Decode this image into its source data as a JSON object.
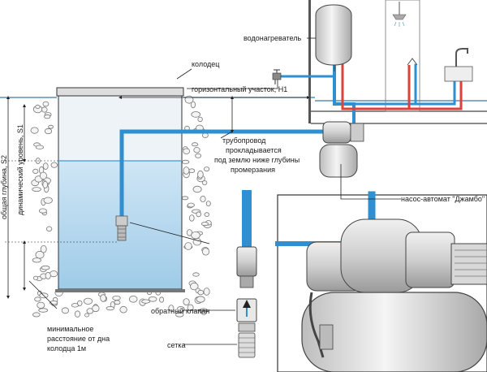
{
  "labels": {
    "water_heater": "водонагреватель",
    "well": "колодец",
    "horizontal_section": "горизонтальный участок, H1",
    "pipeline_1": "трубопровод",
    "pipeline_2": "прокладывается",
    "pipeline_3": "под землю ниже глубины",
    "pipeline_4": "промерзания",
    "pump_station": "насос-автомат \"Джамбо\"",
    "total_depth": "общая глубина, S2",
    "dynamic_level": "динамический уровень, S1",
    "min_distance_1": "минимальное",
    "min_distance_2": "расстояние от дна",
    "min_distance_3": "колодца 1м",
    "check_valve": "обратный клапан",
    "strainer": "сетка"
  },
  "colors": {
    "pipe_cold": "#2f8fd0",
    "pipe_hot": "#e0403a",
    "water_top": "#cfe6f5",
    "water_bottom": "#9fcbe8",
    "well_air": "#eef3f8",
    "pump_body": "#e8e8e8",
    "ground_line": "#3a7aa8"
  }
}
